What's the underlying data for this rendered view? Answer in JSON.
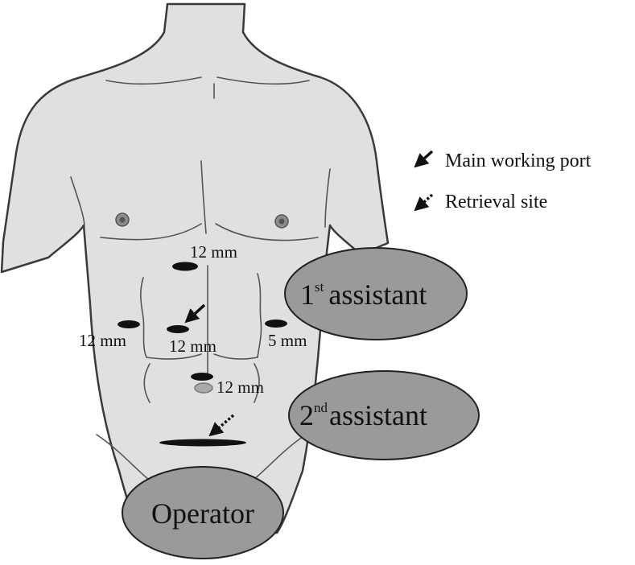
{
  "legend": {
    "main_port": {
      "label": "Main working port",
      "icon": "solid-arrow-icon"
    },
    "retrieval": {
      "label": "Retrieval site",
      "icon": "dotted-arrow-icon"
    }
  },
  "ports": {
    "upper": "12 mm",
    "left": "12 mm",
    "center": "12 mm",
    "right": "5 mm",
    "umbilical": "12 mm"
  },
  "roles": {
    "first_assistant": {
      "number": "1",
      "suffix": "st",
      "word": "assistant"
    },
    "second_assistant": {
      "number": "2",
      "suffix": "nd",
      "word": "assistant"
    },
    "operator": "Operator"
  },
  "colors": {
    "skin": "#e0e0e0",
    "outline": "#3a3a3a",
    "role_ellipse": "#9a9a9a",
    "port": "#111111",
    "umbilicus": "#a9a9a9"
  }
}
